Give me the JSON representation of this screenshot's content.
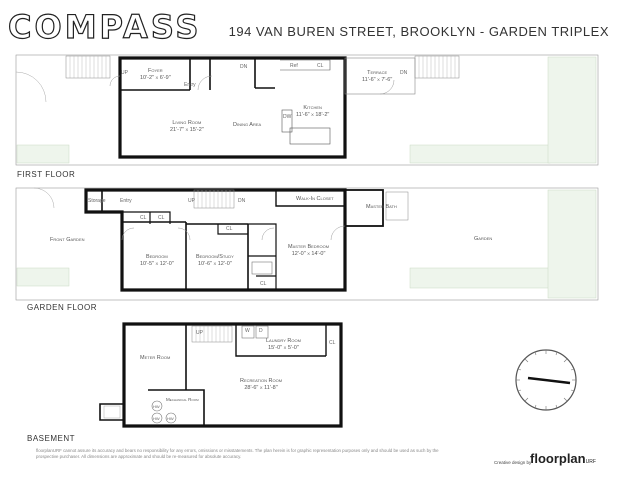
{
  "logo": {
    "text": "COMPASS"
  },
  "header": {
    "title": "194 VAN BUREN STREET, BROOKLYN - GARDEN TRIPLEX"
  },
  "floors": {
    "first": {
      "label": "FIRST FLOOR",
      "rooms": {
        "foyer": {
          "name": "Foyer",
          "dim": "10'-2\" x 6'-9\""
        },
        "living": {
          "name": "Living Room",
          "dim": "21'-7\" x 15'-2\""
        },
        "dining": {
          "name": "Dining Area",
          "dim": ""
        },
        "kitchen": {
          "name": "Kitchen",
          "dim": "11'-6\" x 18'-2\""
        },
        "terrace": {
          "name": "Terrace",
          "dim": "11'-6\" x 7'-6\""
        }
      },
      "tags": {
        "entry": "Entry",
        "up": "UP",
        "dn": "DN",
        "dn2": "DN",
        "dw": "DW",
        "ref": "Ref",
        "cl": "CL"
      }
    },
    "garden": {
      "label": "GARDEN FLOOR",
      "rooms": {
        "front_garden": {
          "name": "Front Garden",
          "dim": ""
        },
        "bedroom": {
          "name": "Bedroom",
          "dim": "10'-5\" x 12'-0\""
        },
        "bedroom_study": {
          "name": "Bedroom/Study",
          "dim": "10'-6\" x 12'-0\""
        },
        "master_bedroom": {
          "name": "Master Bedroom",
          "dim": "12'-0\" x 14'-0\""
        },
        "walk_in": {
          "name": "Walk-In Closet",
          "dim": ""
        },
        "master_bath": {
          "name": "Master Bath",
          "dim": ""
        },
        "garden": {
          "name": "Garden",
          "dim": ""
        }
      },
      "tags": {
        "entry": "Entry",
        "storage": "Storage",
        "up": "UP",
        "dn": "DN",
        "cl1": "CL",
        "cl2": "CL",
        "cl3": "CL",
        "cl4": "CL"
      }
    },
    "basement": {
      "label": "BASEMENT",
      "rooms": {
        "meter": {
          "name": "Meter Room",
          "dim": ""
        },
        "mechanical": {
          "name": "Mechanical Room",
          "dim": ""
        },
        "laundry": {
          "name": "Laundry Room",
          "dim": "15'-0\" x 5'-0\""
        },
        "recreation": {
          "name": "Recreation Room",
          "dim": "28'-6\" x 11'-8\""
        }
      },
      "tags": {
        "up": "UP",
        "w": "W",
        "d": "D",
        "cl": "CL",
        "hw1": "HW",
        "hw2": "HW",
        "hw3": "HW"
      }
    }
  },
  "footer": {
    "disclaimer": "floorplanURF cannot assure its accuracy and bears no responsibility for any errors, omissions or misstatements. The plan herein is for graphic representation purposes only and should be used as such by the prospective purchaser. All dimensions are approximate and should be re-measured for absolute accuracy.",
    "credit": "Creative design by",
    "brand": "floorplan",
    "brand_suffix": "URF"
  },
  "colors": {
    "wall": "#111111",
    "garden_fill": "#eef5ec",
    "outline": "#9a9a9a"
  }
}
